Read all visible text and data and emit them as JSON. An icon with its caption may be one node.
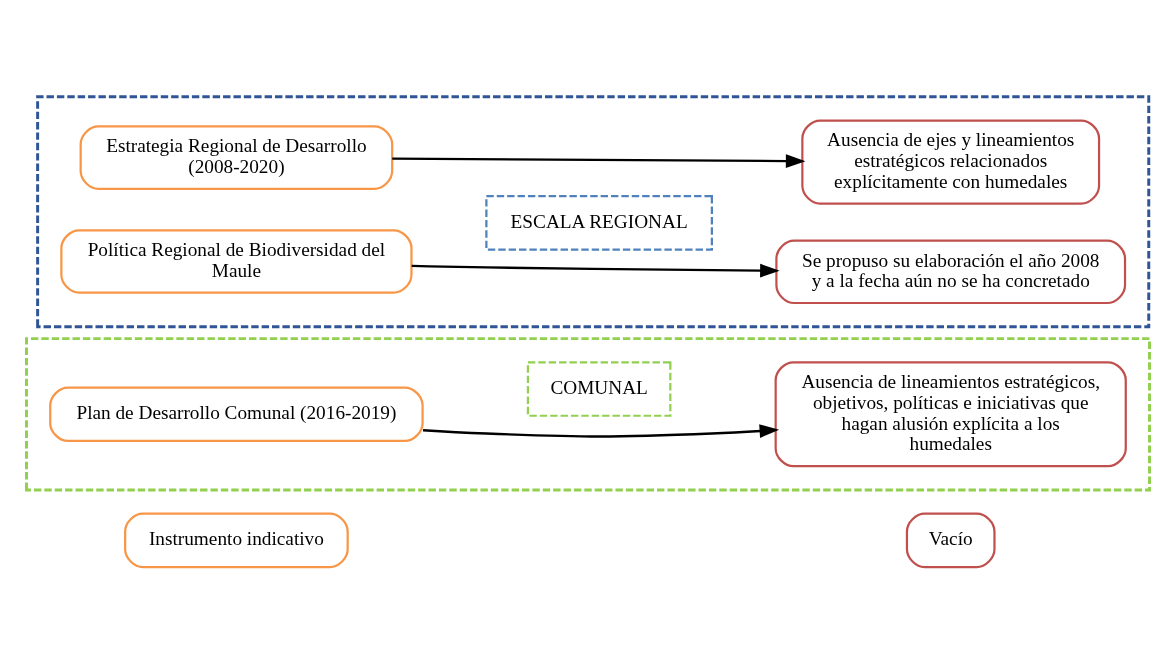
{
  "diagram": {
    "nodes": [
      {
        "text": [],
        "shape": "box"
      },
      {
        "text": [
          "Estrategia Regional de Desarrollo (2008-2020)"
        ],
        "in": 0
      },
      {
        "text": [
          "Ausencia de ejes y lineamientos estratégicos relacionados explícitamente con humedales"
        ],
        "in": 0
      },
      {
        "text": [
          "Política Regional de Biodiversidad del Maule"
        ],
        "in": 0
      },
      {
        "text": [
          "Se propuso su elaboración el año 2008 y a la fecha aún no se ha concretado"
        ],
        "in": 0
      },
      {
        "text": [
          "ESCALA REGIONAL"
        ],
        "in": 0
      },
      {
        "text": [],
        "shape": "box"
      },
      {
        "text": [
          "Plan de Desarrollo Comunal (2016-2019)"
        ],
        "in": 6
      },
      {
        "text": [
          "Ausencia de lineamientos estratégicos, objetivos, políticas e iniciativas que hagan alusión explícita a los humedales"
        ],
        "in": 6
      },
      {
        "text": [
          "COMUNAL"
        ],
        "in": 6
      },
      {
        "text": [
          "Instrumento indicativo"
        ]
      },
      {
        "text": [
          "Vacío"
        ]
      }
    ],
    "edges": [
      {
        "from": 1,
        "to": 2,
        "arrow": "to"
      },
      {
        "from": 3,
        "to": 4,
        "arrow": "to"
      },
      {
        "from": 7,
        "to": 8,
        "arrow": "to"
      }
    ]
  }
}
